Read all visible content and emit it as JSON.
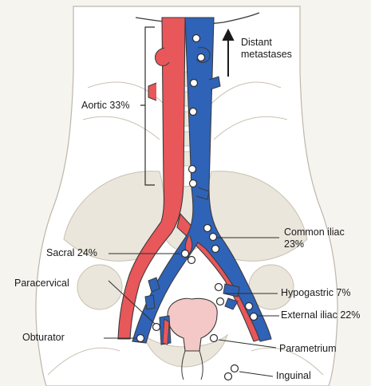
{
  "labels": {
    "distant_line1": "Distant",
    "distant_line2": "metastases",
    "aortic": "Aortic 33%",
    "common_iliac_line1": "Common iliac",
    "common_iliac_line2": "23%",
    "sacral": "Sacral 24%",
    "paracervical": "Paracervical",
    "hypogastric": "Hypogastric  7%",
    "external_iliac": "External iliac 22%",
    "obturator": "Obturator",
    "parametrium": "Parametrium",
    "inguinal": "Inguinal"
  },
  "colors": {
    "artery": "#e8575a",
    "vein": "#2f63b8",
    "skeleton": "#ebe6dc",
    "skeleton_outline": "#c9c1b1",
    "uterus": "#f3c8c6",
    "outline": "#3a3a3a"
  }
}
